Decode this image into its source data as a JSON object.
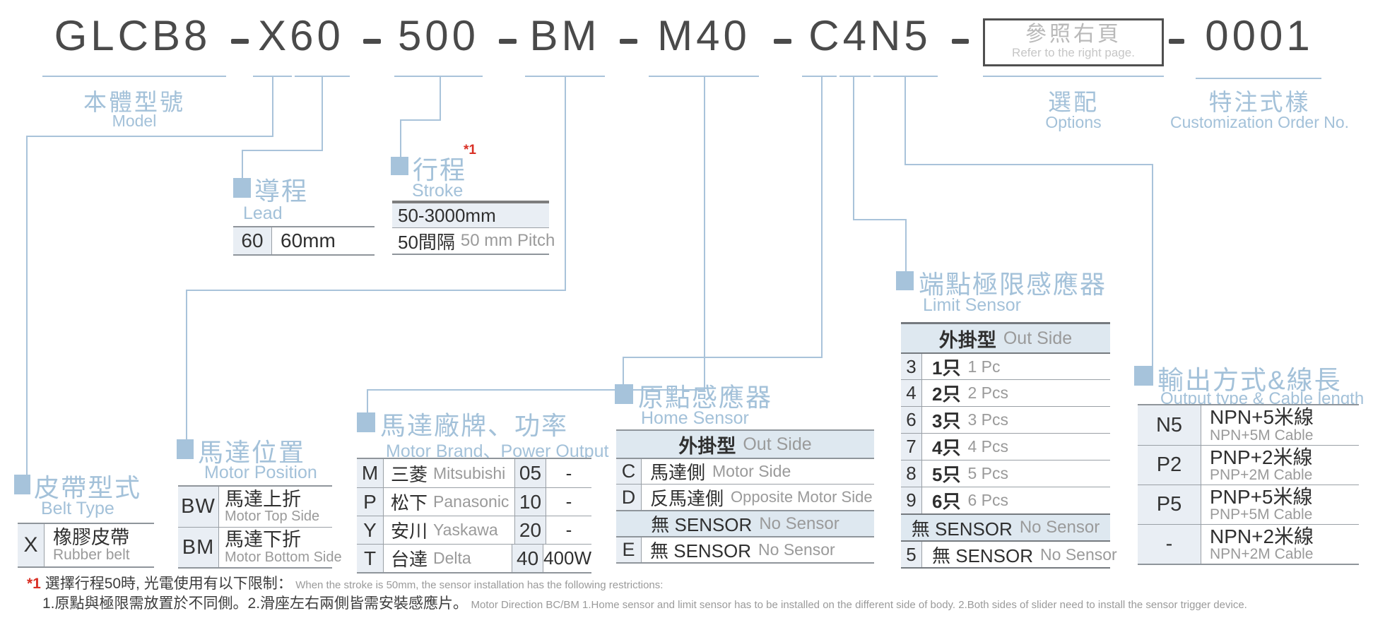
{
  "model_code": {
    "separator": "-",
    "body": "GLCB8",
    "belt_lead": "X60",
    "stroke": "500",
    "motor_position": "BM",
    "motor_brand_power": "M40",
    "sensor_output": "C4N5",
    "options_box": {
      "cn": "參照右頁",
      "en": "Refer to the right page."
    },
    "order_no": "0001"
  },
  "labels": {
    "model": {
      "cn": "本體型號",
      "en": "Model"
    },
    "options": {
      "cn": "選配",
      "en": "Options"
    },
    "customization": {
      "cn": "特注式樣",
      "en": "Customization Order No."
    }
  },
  "sections": {
    "lead": {
      "title_cn": "導程",
      "title_en": "Lead",
      "rows": [
        {
          "code": "60",
          "desc": "60mm"
        }
      ]
    },
    "stroke": {
      "title_cn": "行程",
      "title_en": "Stroke",
      "note_ref": "*1",
      "range": "50-3000mm",
      "pitch_cn": "50間隔",
      "pitch_en": "50 mm Pitch"
    },
    "belt": {
      "title_cn": "皮帶型式",
      "title_en": "Belt Type",
      "rows": [
        {
          "code": "X",
          "cn": "橡膠皮帶",
          "en": "Rubber belt"
        }
      ]
    },
    "motor_position": {
      "title_cn": "馬達位置",
      "title_en": "Motor Position",
      "rows": [
        {
          "code": "BW",
          "cn": "馬達上折",
          "en": "Motor Top Side"
        },
        {
          "code": "BM",
          "cn": "馬達下折",
          "en": "Motor Bottom Side"
        }
      ]
    },
    "motor_brand": {
      "title_cn": "馬達廠牌、功率",
      "title_en": "Motor Brand、Power Output",
      "rows": [
        {
          "code": "M",
          "cn": "三菱",
          "en": "Mitsubishi",
          "pcode": "05",
          "power": "-"
        },
        {
          "code": "P",
          "cn": "松下",
          "en": "Panasonic",
          "pcode": "10",
          "power": "-"
        },
        {
          "code": "Y",
          "cn": "安川",
          "en": "Yaskawa",
          "pcode": "20",
          "power": "-"
        },
        {
          "code": "T",
          "cn": "台達",
          "en": "Delta",
          "pcode": "40",
          "power": "400W"
        }
      ]
    },
    "home_sensor": {
      "title_cn": "原點感應器",
      "title_en": "Home Sensor",
      "header_cn": "外掛型",
      "header_en": "Out Side",
      "rows": [
        {
          "code": "C",
          "cn": "馬達側",
          "en": "Motor Side"
        },
        {
          "code": "D",
          "cn": "反馬達側",
          "en": "Opposite Motor Side"
        }
      ],
      "no_sensor_header": {
        "cn": "無 SENSOR",
        "en": "No Sensor"
      },
      "no_sensor_row": {
        "code": "E",
        "cn": "無 SENSOR",
        "en": "No Sensor"
      }
    },
    "limit_sensor": {
      "title_cn": "端點極限感應器",
      "title_en": "Limit Sensor",
      "header_cn": "外掛型",
      "header_en": "Out Side",
      "rows": [
        {
          "code": "3",
          "cn": "1只",
          "en": "1 Pc"
        },
        {
          "code": "4",
          "cn": "2只",
          "en": "2 Pcs"
        },
        {
          "code": "6",
          "cn": "3只",
          "en": "3 Pcs"
        },
        {
          "code": "7",
          "cn": "4只",
          "en": "4 Pcs"
        },
        {
          "code": "8",
          "cn": "5只",
          "en": "5 Pcs"
        },
        {
          "code": "9",
          "cn": "6只",
          "en": "6 Pcs"
        }
      ],
      "no_sensor_header": {
        "cn": "無 SENSOR",
        "en": "No Sensor"
      },
      "no_sensor_row": {
        "code": "5",
        "cn": "無 SENSOR",
        "en": "No Sensor"
      }
    },
    "output": {
      "title_cn": "輸出方式&線長",
      "title_en": "Output type & Cable length",
      "rows": [
        {
          "code": "N5",
          "cn": "NPN+5米線",
          "en": "NPN+5M Cable"
        },
        {
          "code": "P2",
          "cn": "PNP+2米線",
          "en": "PNP+2M Cable"
        },
        {
          "code": "P5",
          "cn": "PNP+5米線",
          "en": "PNP+5M Cable"
        },
        {
          "code": "-",
          "cn": "NPN+2米線",
          "en": "NPN+2M Cable"
        }
      ]
    }
  },
  "footnote": {
    "ref": "*1",
    "line1_cn": " 選擇行程50時, 光電使用有以下限制：",
    "line1_en": "When the stroke is 50mm, the sensor installation has  the following restrictions:",
    "line2_cn": "1.原點與極限需放置於不同側。2.滑座左右兩側皆需安裝感應片。",
    "line2_en": "Motor Direction BC/BM 1.Home sensor and limit sensor has to be installed on the different side of body.  2.Both sides of slider need to install the sensor trigger device."
  },
  "colors": {
    "accent": "#a3c1d9",
    "line": "#a9c3da",
    "cell_bg": "#e9eef4",
    "red": "#d93025"
  }
}
